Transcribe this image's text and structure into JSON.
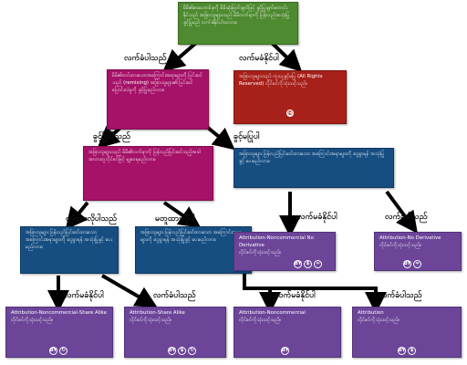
{
  "nodes": {
    "start": "မိမိ၏စာပေတစ်ခုကို မိမိဆုံးဖြတ်ချက်ဖြင့် ခွင့်ပြုချက်တောင်းနိုင်သည် အခြားသူများသည် မိမိလက်ရာကို ပြန်လည်အသုံးပြုခွင့်ပြုမည် လက်ခံနိုင်ပါသလား။",
    "q_remix": "မိမိ၏တင်ထားသောအကြောင်းအရာများကို ပြင်ဆင်သည် (remixing) အခြားသူများ၏ ပြင်ဆင်ပြောင်းလဲမှုကို ခွင့်ပြုမည်လား။",
    "all_rights": "အခြားသူများသည် ကူးယူခွင့်မပြု (All Rights Reserved) လိုင်စင်ကိုသုံးသင့်သည်။",
    "q_sharealike": "အခြားသူများသည် မိမိ၏လက်ရာကို ပြန်လည်ပြင်ဆင်သည့်အခါ အလားတူလိုင်စင်ဖြင့် မျှဝေရမည်လား။",
    "q_commercial_right": "အခြားသူများ ပြန်လည်ပြင်ဆင်ထားသော အကြောင်းအရာများကို ငွေရှာရန် အသုံးပြုခွင့် ပေးမည်လား။",
    "q_commercial_left": "အခြားသူများ ပြန်လည်ပြင်ဆင်ထားသော အကြောင်းအရာများကို ငွေရှာရန် အသုံးပြုခွင့် ပေးမည်လား။",
    "q_commercial_mid": "အခြားသူများ ပြန်လည်ပြင်ဆင်ထားသော အကြောင်းအရာများကို ငွေရှာရန် အသုံးပြုခွင့် ပေးမည်လား။",
    "by_nc_nd_title": "Attribution-Noncommercial No Derivative",
    "by_nc_nd_text": "လိုင်စင်ကိုသုံးသင့်သည်။",
    "by_nd_title": "Attribution-No Derivative",
    "by_nd_text": "လိုင်စင်ကိုသုံးသင့်သည်။",
    "by_nc_sa_title": "Attribution-Noncommercial-Share Alike",
    "by_nc_sa_text": "လိုင်စင်ကိုသုံးသင့်သည်။",
    "by_sa_title": "Attribution-Share Alike",
    "by_sa_text": "လိုင်စင်ကိုသုံးသင့်သည်။",
    "by_nc_title": "Attribution-Noncommercial",
    "by_nc_text": "လိုင်စင်ကိုသုံးသင့်သည်။",
    "by_title": "Attribution",
    "by_text": "လိုင်စင်ကိုသုံးသင့်သည်။"
  },
  "edge_labels": {
    "yes_accept": "လက်ခံပါသည်",
    "no_accept": "လက်မခံနိုင်ပါ",
    "yes_allow": "ခွင့်ပြုပါသည်",
    "no_allow": "ခွင့်မပြုပါ",
    "same": "တူထားလိုပါသည်",
    "not_same": "မတူထားလိုပါ",
    "nd_no": "လက်မခံနိုင်ပါ",
    "nd_yes": "လက်ခံပါသည်",
    "left_no": "လက်မခံနိုင်ပါ",
    "left_yes": "လက်ခံပါသည်",
    "mid_no": "လက်မခံနိုင်ပါ",
    "mid_yes": "လက်ခံပါသည်"
  },
  "icons": {
    "copyright": "©",
    "by": "BY",
    "nc": "$",
    "nd": "=",
    "sa": "↻"
  },
  "colors": {
    "green": "#4e8a2f",
    "pink": "#a61268",
    "red": "#a8201a",
    "blue": "#174e82",
    "purple": "#6c4599",
    "arrow": "#000000"
  }
}
